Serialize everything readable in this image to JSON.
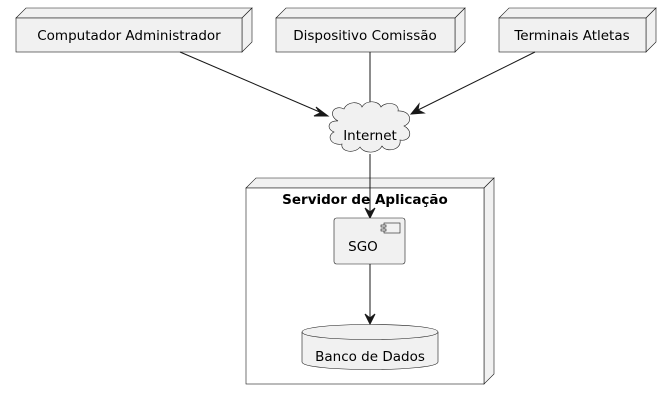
{
  "diagram": {
    "nodes": {
      "admin": {
        "label": "Computador Administrador"
      },
      "commission": {
        "label": "Dispositivo Comissão"
      },
      "athletes": {
        "label": "Terminais Atletas"
      },
      "internet": {
        "label": "Internet"
      },
      "server": {
        "label": "Servidor de Aplicação"
      },
      "sgo": {
        "label": "SGO"
      },
      "database": {
        "label": "Banco de Dados"
      }
    },
    "colors": {
      "node_fill": "#f1f1f1",
      "stroke": "#181818",
      "background": "#ffffff"
    },
    "edges": [
      {
        "from": "Computador Administrador",
        "to": "Internet"
      },
      {
        "from": "Dispositivo Comissão",
        "to": "Internet"
      },
      {
        "from": "Terminais Atletas",
        "to": "Internet"
      },
      {
        "from": "Internet",
        "to": "SGO"
      },
      {
        "from": "SGO",
        "to": "Banco de Dados"
      }
    ]
  }
}
